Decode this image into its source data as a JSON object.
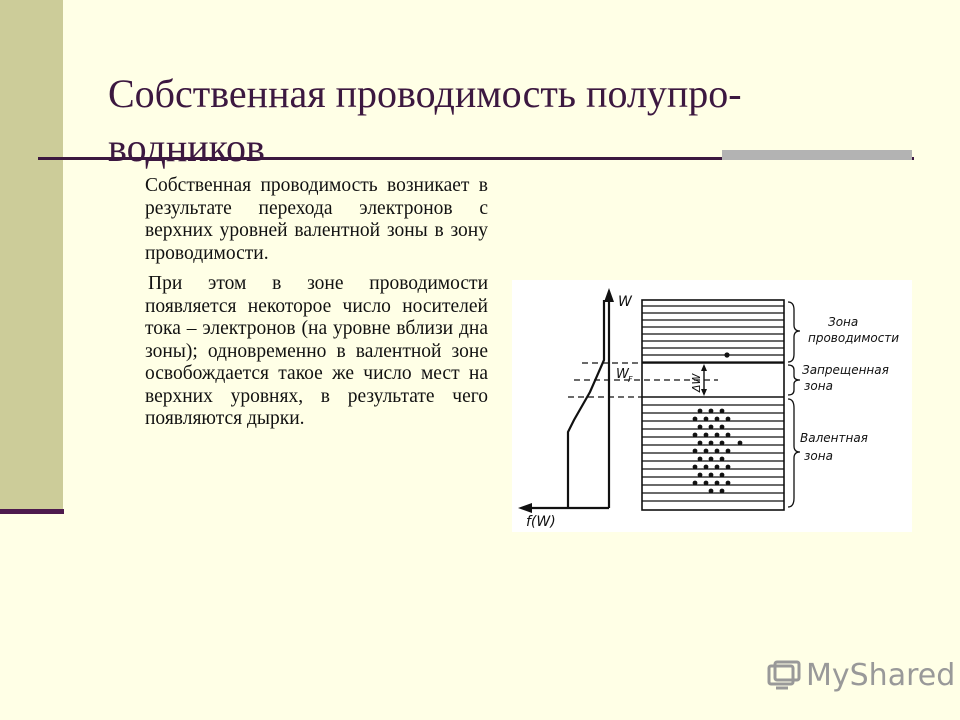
{
  "title": {
    "line1": "Собственная проводимость полупро-",
    "line2": "водников"
  },
  "body": {
    "p1": "Собственная проводимость возникает в результате перехода электронов с верхних уровней валентной зоны в зону проводимости.",
    "p2": "При этом в зоне проводимости появляется некоторое число носителей тока – электронов (на уровне вблизи дна зоны); одновременно в валентной зоне освобождается такое же число мест на верхних уровнях, в результате чего появляются дырки."
  },
  "diagram": {
    "axis_w": "W",
    "axis_fw": "f(W)",
    "fermi_label": "W",
    "fermi_sub": "F",
    "gap_label": "ΔW",
    "zone_conduction_1": "Зона",
    "zone_conduction_2": "проводимости",
    "zone_forbidden_1": "Запрещенная",
    "zone_forbidden_2": "зона",
    "zone_valence_1": "Валентная",
    "zone_valence_2": "зона"
  },
  "watermark": {
    "text": "MyShared"
  },
  "colors": {
    "background": "#ffffe6",
    "left_bar": "#cccc99",
    "title": "#3c1840",
    "accent_rule": "#b3b3b3"
  }
}
